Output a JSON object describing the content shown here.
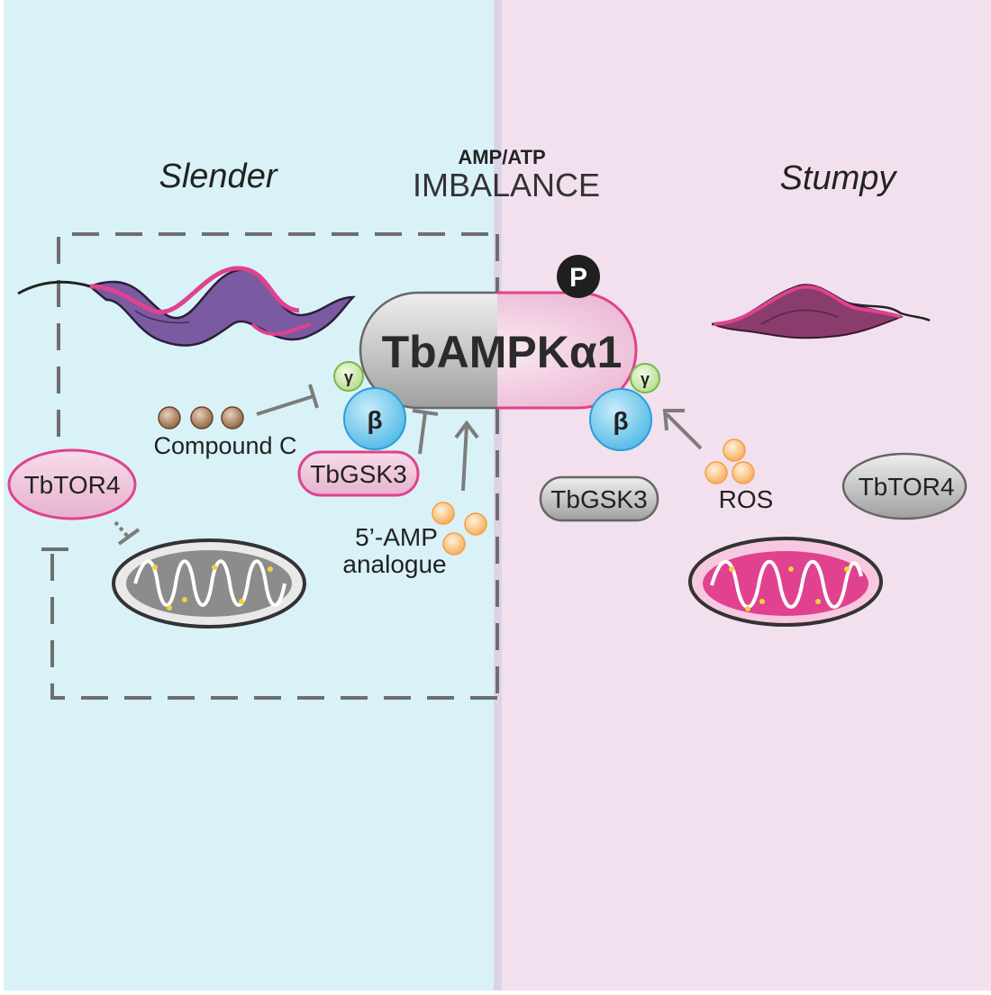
{
  "header": {
    "left_label": "Slender",
    "right_label": "Stumpy",
    "center_bold": "AMP/ATP",
    "center_main": "IMBALANCE"
  },
  "complex": {
    "label": "TbAMPKα1",
    "phospho_symbol": "P",
    "gamma_symbol": "γ",
    "beta_symbol": "β"
  },
  "left": {
    "inhibitor_label": "Compound C",
    "gsk3_label": "TbGSK3",
    "tor4_label": "TbTOR4",
    "analogue_line1": "5’-AMP",
    "analogue_line2": "analogue"
  },
  "right": {
    "gsk3_label": "TbGSK3",
    "tor4_label": "TbTOR4",
    "ros_label": "ROS"
  },
  "colors": {
    "left_bg": "#d9f2f8",
    "right_bg": "#f3e0ee",
    "magenta": "#e0428f",
    "slender_purple": "#7a5aa0",
    "stumpy_purple": "#8a3d6c",
    "beta_blue": "#5cc3ec",
    "gamma_green": "#a8d878",
    "orange_dot": "#f9b868",
    "brown_dot": "#a57a5c",
    "gray_arrow": "#7c7c7c"
  }
}
